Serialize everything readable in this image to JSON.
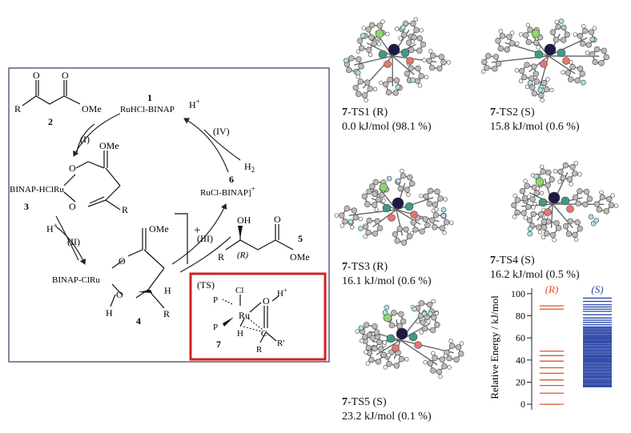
{
  "scheme": {
    "compound1_num": "1",
    "compound1_name": "RuHCl-BINAP",
    "compound2_num": "2",
    "compound2_R": "R",
    "compound2_OMe": "OMe",
    "compound2_O1": "O",
    "compound2_O2": "O",
    "compound3_num": "3",
    "compound3_name": "BINAP-HClRu",
    "compound3_OMe": "OMe",
    "compound3_R": "R",
    "compound4_num": "4",
    "compound4_name": "BINAP-ClRu",
    "compound4_OMe": "OMe",
    "compound4_H1": "H",
    "compound4_H2": "H",
    "compound4_R": "R",
    "compound5_num": "5",
    "compound5_OH": "OH",
    "compound5_R": "R",
    "compound5_stereo": "(R)",
    "compound5_OMe": "OMe",
    "compound6_num": "6",
    "compound6_name": "RuCl-BINAP]",
    "plus": "+",
    "hplus_top": "H",
    "hplus_left": "H",
    "h2": "H",
    "step1": "(I)",
    "step2": "(II)",
    "step3": "(III)",
    "step4": "(IV)",
    "ts_label": "(TS)",
    "ts_cl": "Cl",
    "ts_ru": "Ru",
    "ts_p1": "P",
    "ts_p2": "P",
    "ts_o": "O",
    "ts_h_plus": "H",
    "ts_h": "H",
    "ts_c": "C",
    "ts_r": "R",
    "ts_rprime": "R'",
    "ts_num": "7",
    "frame_color": "#2b3a66",
    "ts_box_color": "#d42020"
  },
  "structures": [
    {
      "num": "7",
      "name": "-TS1 (R)",
      "energy": "0.0 kJ/mol (98.1 %)"
    },
    {
      "num": "7",
      "name": "-TS2 (S)",
      "energy": "15.8 kJ/mol (0.6 %)"
    },
    {
      "num": "7",
      "name": "-TS3 (R)",
      "energy": "16.1 kJ/mol (0.6 %)"
    },
    {
      "num": "7",
      "name": "-TS4 (S)",
      "energy": "16.2 kJ/mol (0.5 %)"
    },
    {
      "num": "7",
      "name": "-TS5 (S)",
      "energy": "23.2 kJ/mol (0.1 %)"
    }
  ],
  "atom_colors": {
    "carbon": "#bfbaba",
    "hydrogen": "#ffffff",
    "ruthenium": "#1d1a44",
    "chlorine": "#8fd66e",
    "phosphorus": "#3f9a86",
    "oxygen": "#e5756d",
    "fluorine": "#a8e3e6"
  },
  "chart_data": {
    "type": "scatter",
    "ylabel": "Relative Energy / kJ/mol",
    "ylim": [
      -5,
      105
    ],
    "yticks": [
      0,
      20,
      40,
      60,
      80,
      100
    ],
    "series": [
      {
        "name": "(R)",
        "color": "#d9542a",
        "values": [
          0,
          10,
          17,
          22,
          28,
          33,
          39,
          44,
          48,
          86,
          89
        ]
      },
      {
        "name": "(S)",
        "color": "#2c47a8",
        "values": [
          15.8,
          16.2,
          17,
          18,
          19,
          20,
          21,
          22,
          23.2,
          24,
          25,
          26,
          27,
          28,
          29,
          30,
          31,
          32,
          33,
          34,
          35,
          36,
          37,
          38,
          39,
          40,
          41,
          42,
          43,
          44,
          45,
          46,
          47,
          48,
          49,
          50,
          51,
          52,
          53,
          54,
          55,
          56,
          57,
          58,
          59,
          60,
          61,
          62,
          63,
          64,
          65,
          66,
          67,
          68,
          69,
          70,
          72,
          74,
          76,
          78,
          81,
          84,
          86,
          88,
          90,
          93,
          96
        ]
      }
    ]
  }
}
